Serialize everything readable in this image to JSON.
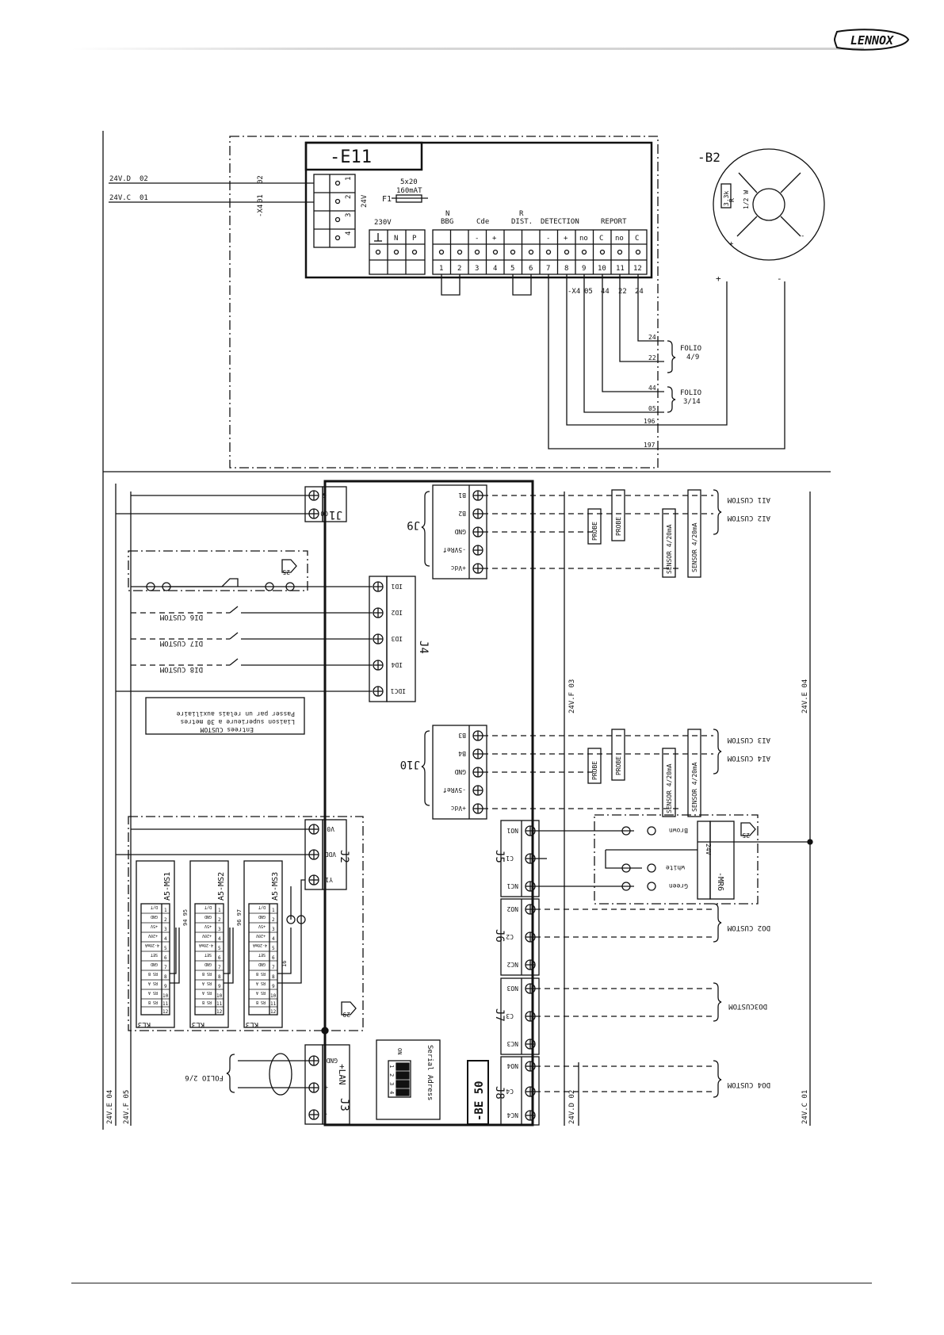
{
  "header": {
    "brand": "LENNOX",
    "brand_color": "#111111"
  },
  "e11": {
    "title": "-E11",
    "fuse_spec": [
      "5x20",
      "160mAT"
    ],
    "fuse_ref": "F1",
    "supply_24v": "24V",
    "terminals_24v": [
      "1",
      "2",
      "3",
      "4"
    ],
    "x4_label": "-X4",
    "wire_02": "02",
    "wire_01": "01",
    "line_24vd": "24V.D",
    "line_24vd_num": "02",
    "line_24vc": "24V.C",
    "line_24vc_num": "01",
    "v230": "230V",
    "v230_terms": [
      "N",
      "P"
    ],
    "group_n": "N",
    "group_bbg": "BBG",
    "group_cde": "Cde",
    "group_r": "R",
    "group_dist": "DIST.",
    "group_detection": "DETECTION",
    "group_report": "REPORT",
    "signs": [
      "-",
      "+",
      "-",
      "+"
    ],
    "report_terms": [
      "no",
      "C",
      "no",
      "C"
    ],
    "terminal_numbers": [
      "1",
      "2",
      "3",
      "4",
      "5",
      "6",
      "7",
      "8",
      "9",
      "10",
      "11",
      "12"
    ],
    "x4_wires": [
      "-X4",
      "05",
      "44",
      "22",
      "24"
    ],
    "folio_a": [
      "FOLIO",
      "4/9"
    ],
    "folio_b": [
      "FOLIO",
      "3/14"
    ],
    "wire_nums": [
      "24",
      "22",
      "44",
      "05",
      "196",
      "197"
    ]
  },
  "b2": {
    "label": "-B2",
    "ring_labels": [
      "+",
      "-",
      "1/2 W",
      "3.3k",
      "R"
    ],
    "plus": "+",
    "minus": "-"
  },
  "be50": {
    "label": "-BE 50",
    "j1_label": "J1",
    "j1_terms": [
      "G",
      "G0"
    ],
    "j9_label": "J9",
    "j9_terms": [
      "B1",
      "B2",
      "GND",
      "-5VRef",
      "+Vdc"
    ],
    "j4_label": "J4",
    "j4_terms": [
      "ID1",
      "ID2",
      "ID3",
      "ID4",
      "IDC1"
    ],
    "j10_label": "J10",
    "j10_terms": [
      "B3",
      "B4",
      "GND",
      "-5VRef",
      "+Vdc"
    ],
    "j2_label": "J2",
    "j2_terms": [
      "V0",
      "VDD",
      "Y1"
    ],
    "j5_label": "J5",
    "j5_terms": [
      "NO1",
      "C1",
      "NC1"
    ],
    "j6_label": "J6",
    "j6_terms": [
      "NO2",
      "C2",
      "NC2"
    ],
    "j7_label": "J7",
    "j7_terms": [
      "NO3",
      "C3",
      "NC3"
    ],
    "j8_label": "J8",
    "j8_terms": [
      "NO4",
      "C4",
      "NC4"
    ],
    "j3_label": "J3",
    "j3_terms": [
      "GND",
      "+",
      "-"
    ],
    "lan_label": "+LAN",
    "serial_label": "Serial Adress",
    "dip_on": "ON",
    "dip_numbers": [
      "1",
      "2",
      "3",
      "4"
    ]
  },
  "custom": {
    "ai1": "AI1 CUSTOM",
    "ai2": "AI2 CUSTOM",
    "ai3": "AI3 CUSTOM",
    "ai4": "AI4 CUSTOM",
    "di6": "DI6 CUSTOM",
    "di7": "DI7 CUSTOM",
    "di8": "DI8 CUSTOM",
    "do2": "DO2 CUSTOM",
    "do3": "DO3CUSTOM",
    "do4": "DO4 CUSTOM",
    "probe": "PROBE",
    "sensor": "SENSOR 4/20mA",
    "note": [
      "Entrees CUSTOM",
      "Liaison superieure a 30 metres",
      "Passer par un relais auxiliaire"
    ],
    "bubble_25": "25",
    "bubble_29": "29",
    "bubble_25b": "25",
    "mr6_label": "-MR6",
    "mr6_volt": "24V",
    "colors": [
      "Brown",
      "white",
      "Green"
    ]
  },
  "rails": {
    "v24e_04": "24V.E 04",
    "v24f_05": "24V.F 05",
    "v24f_03": "24V.F 03",
    "v24d_02": "24V.D 02",
    "v24c_01": "24V.C 01",
    "folio_lan": "FOLIO 2/6"
  },
  "modules": {
    "titles": [
      "A5-MS1",
      "A5-MS2",
      "A5-MS3"
    ],
    "footer": "KL3",
    "rows": [
      "D/T",
      "GND",
      "+5V",
      "+20V",
      "4-20mA",
      "SET",
      "GND",
      "RS B",
      "RS A",
      "RS A",
      "RS B"
    ],
    "pins": [
      "1",
      "2",
      "3",
      "4",
      "5",
      "6",
      "7",
      "8",
      "9",
      "10",
      "11",
      "12"
    ],
    "wire_labels": [
      "94 95",
      "96 97",
      "16"
    ]
  }
}
